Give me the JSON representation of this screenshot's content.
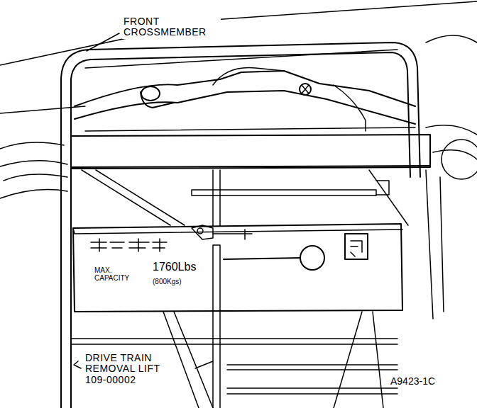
{
  "diagram": {
    "nodes": [
      {
        "text": [
          "MAX. CAPACITY",
          "1760Lbs",
          "(800Kgs)"
        ]
      }
    ],
    "labels": [
      "FRONT CROSSMEMBER",
      "DRIVE TRAIN REMOVAL LIFT 109-00002",
      "A9423-1C"
    ]
  }
}
